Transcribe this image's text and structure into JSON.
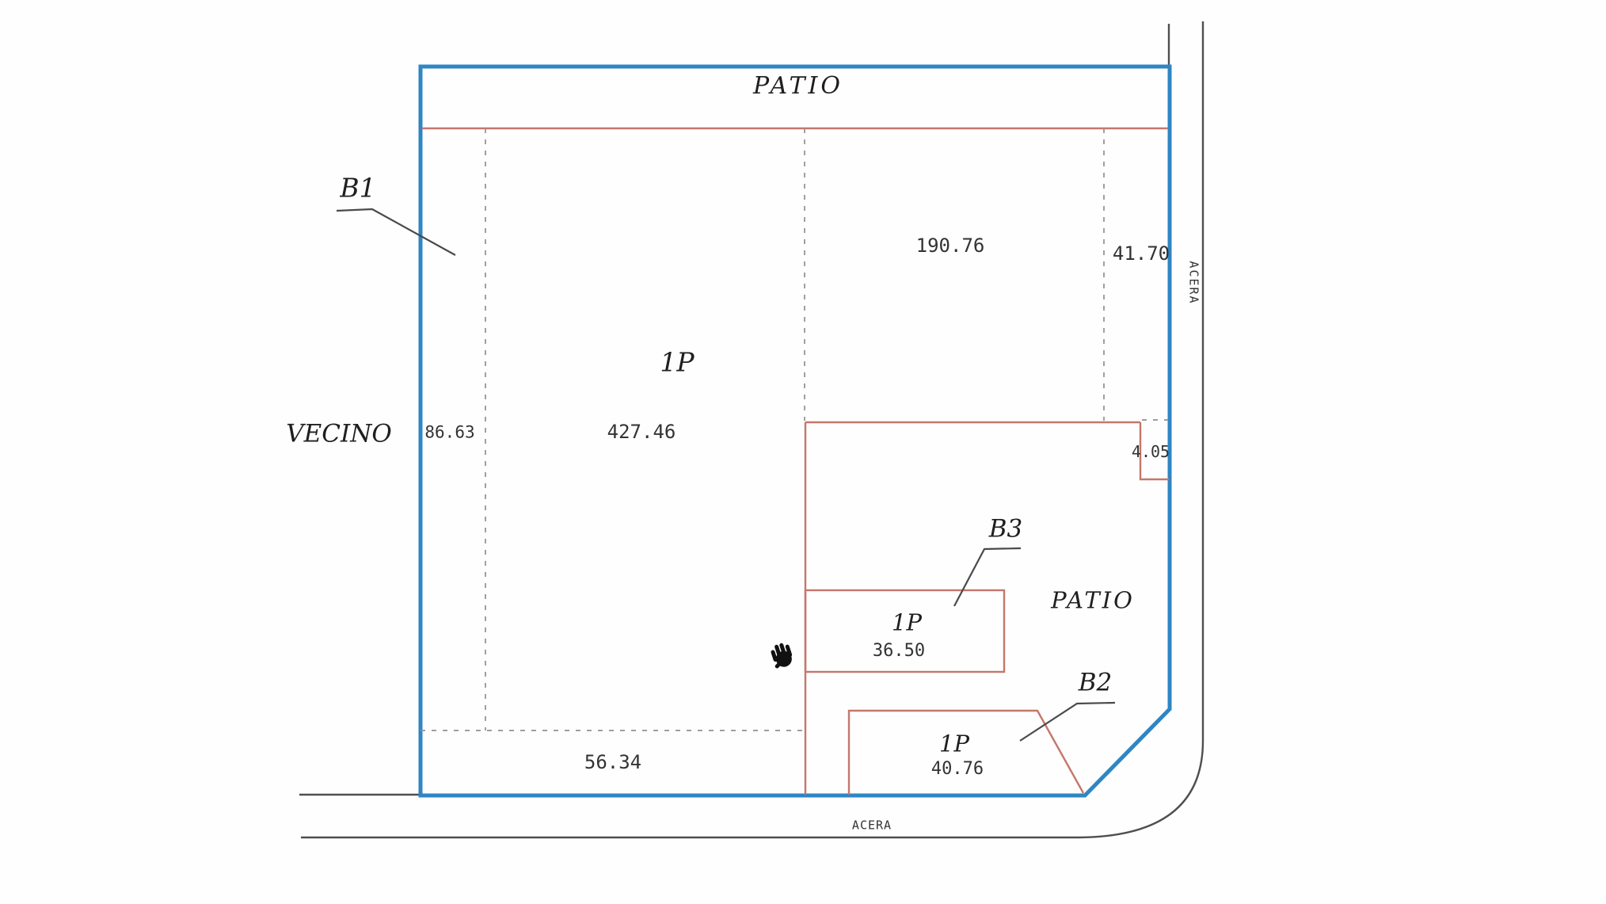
{
  "plan": {
    "labels": {
      "patio_top": "PATIO",
      "patio_right": "PATIO",
      "vecino": "VECINO",
      "acera_right": "ACERA",
      "acera_bottom": "ACERA",
      "b1": "B1",
      "b2": "B2",
      "b3": "B3"
    },
    "measurements": {
      "main_building_floors": "1P",
      "main_building_area": "427.46",
      "left_side_length": "86.63",
      "top_patio_area": "190.76",
      "right_side_length": "41.70",
      "notch_width": "4.05",
      "b3_floors": "1P",
      "b3_area": "36.50",
      "b2_floors": "1P",
      "b2_area": "40.76",
      "bottom_side_length": "56.34"
    },
    "icons": {
      "hand_cursor": "hand-cursor-icon"
    },
    "colors": {
      "parcel_boundary": "#2e86c4",
      "building_line": "#c5776c",
      "divider_dashed": "#909090",
      "street_line": "#4f4f4f",
      "leader_line": "#4a4a4a",
      "label_text": "#1f1f1f",
      "measure_text": "#333333"
    }
  }
}
